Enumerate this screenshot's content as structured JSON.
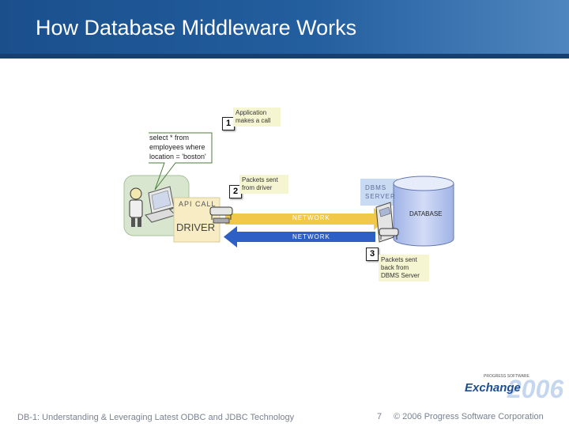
{
  "slide": {
    "title": "How Database Middleware Works"
  },
  "diagram": {
    "callout_1": {
      "number": "1",
      "text": "Application makes a call"
    },
    "callout_2": {
      "number": "2",
      "text": "Packets sent from driver"
    },
    "callout_3": {
      "number": "3",
      "text": "Packets sent back from DBMS Server"
    },
    "sql_query": "select * from employees where location = 'boston'",
    "api_call_label": "API CALL",
    "driver_label": "DRIVER",
    "network_label_top": "NETWORK",
    "network_label_bottom": "NETWORK",
    "dbms_server_label": "DBMS SERVER",
    "database_label": "DATABASE"
  },
  "logo": {
    "text": "Exchange",
    "year": "2006",
    "small_text": "PROGRESS SOFTWARE"
  },
  "footer": {
    "left": "DB-1: Understanding & Leveraging Latest ODBC and JDBC Technology",
    "page_number": "7",
    "right": "© 2006 Progress Software Corporation"
  },
  "colors": {
    "header": "#1a4f8c",
    "callout_bg": "#f6f5d2",
    "network_yellow": "#f2c84a",
    "network_blue": "#2d5fc4",
    "database": "#b8c7ef",
    "dbms_server_box": "#c9daf3"
  }
}
